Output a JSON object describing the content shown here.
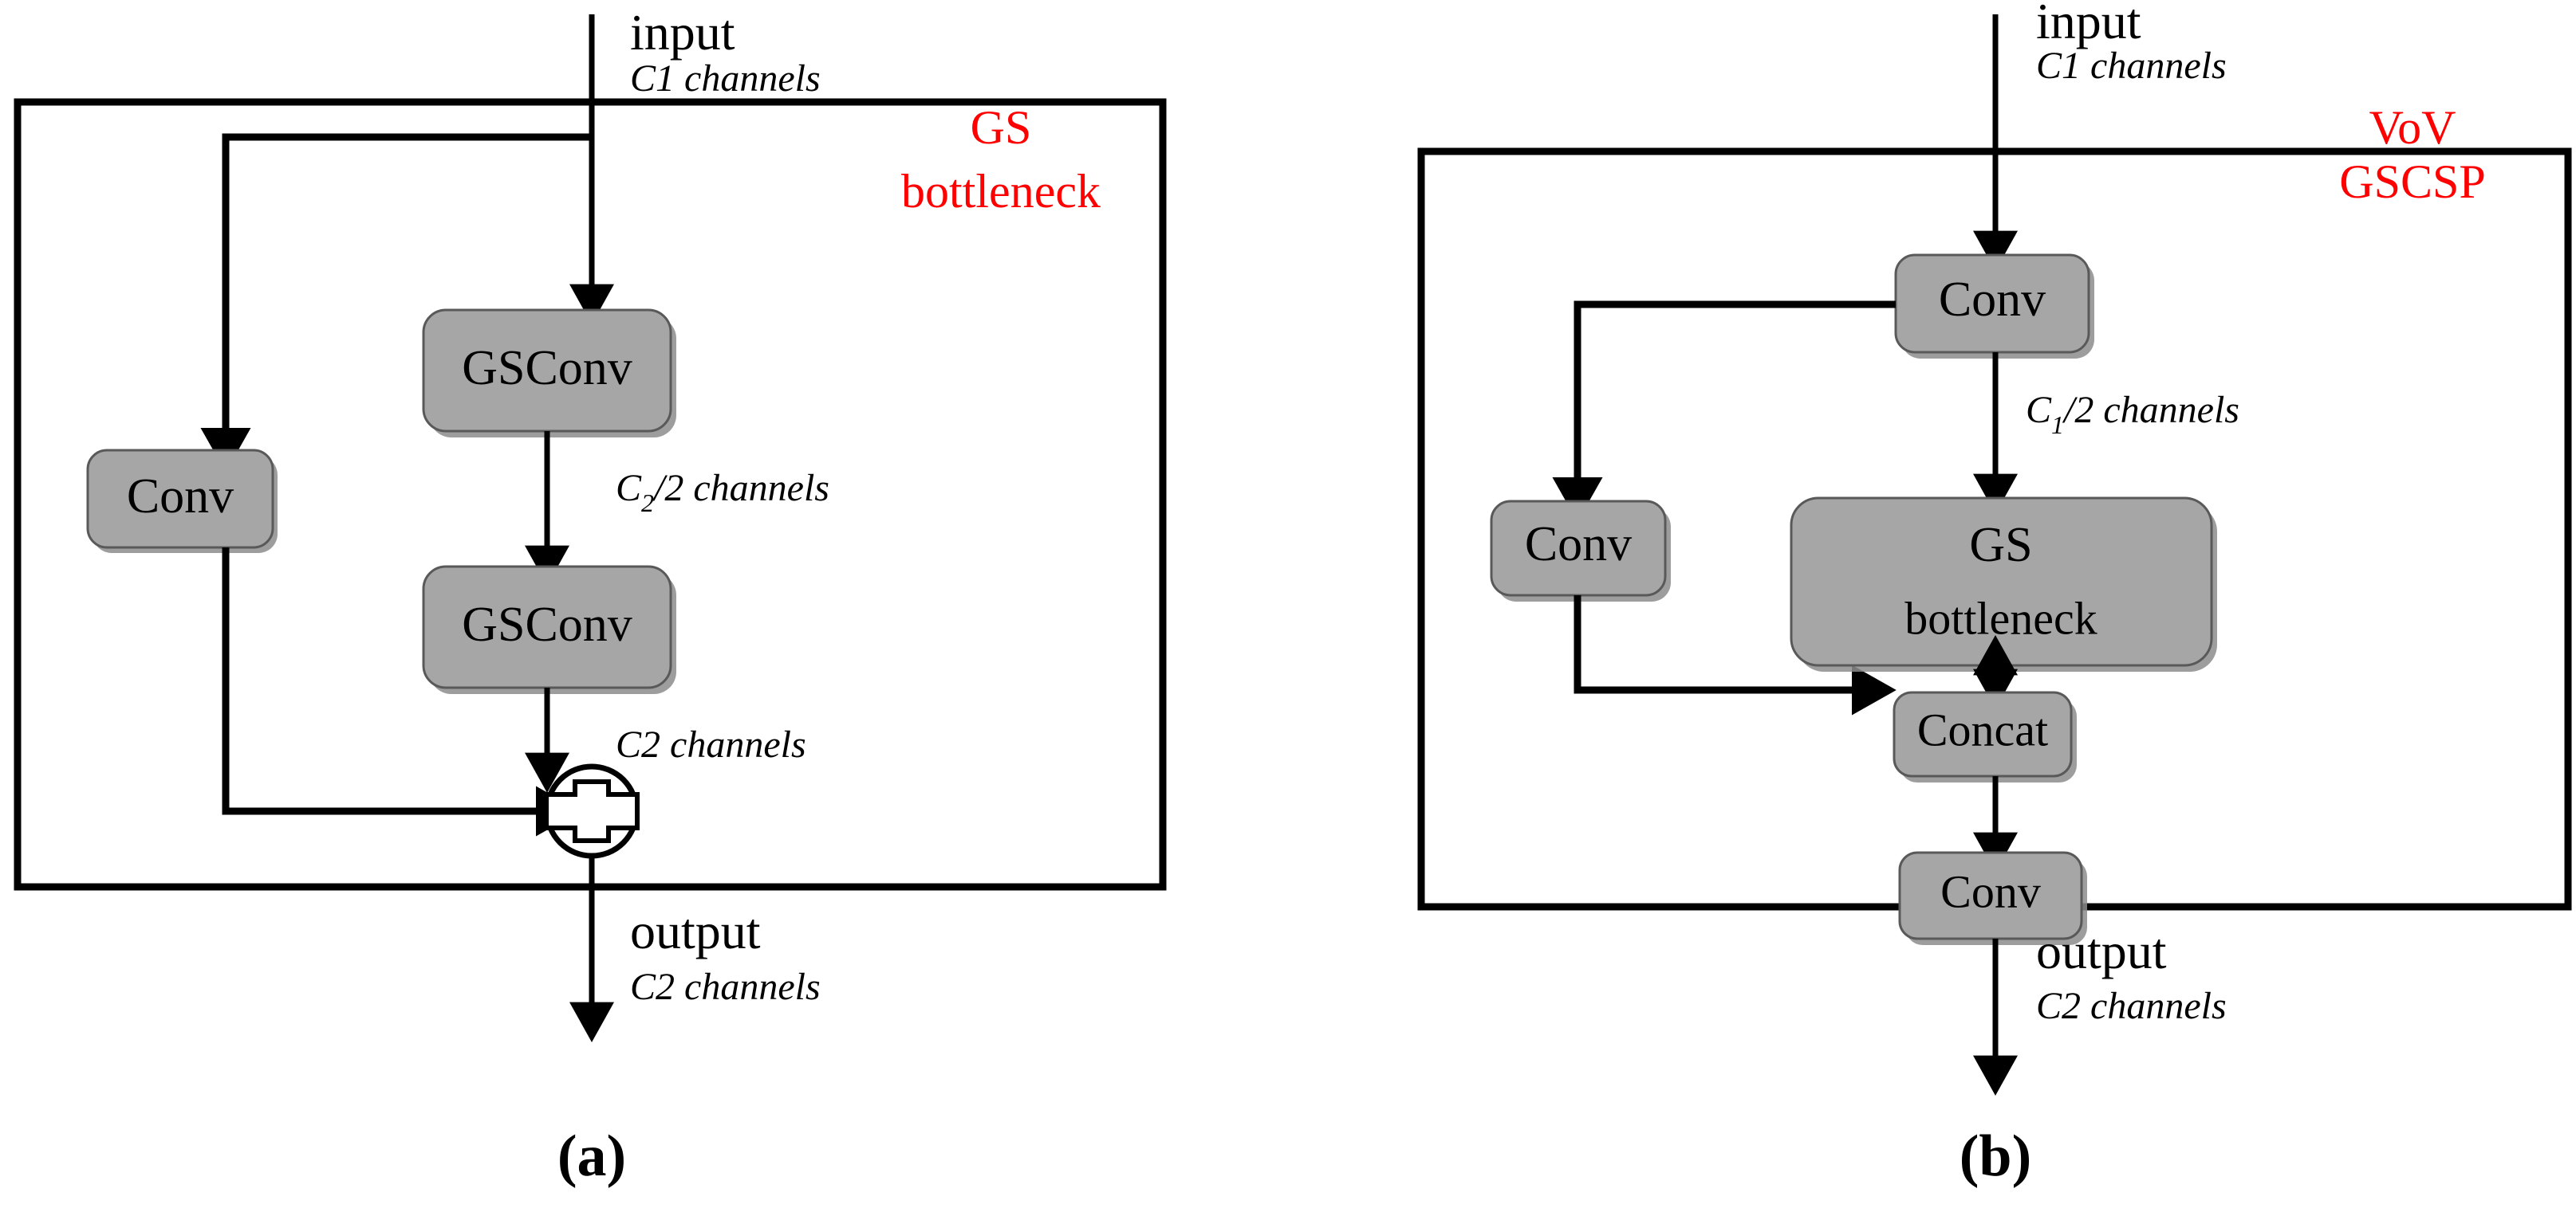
{
  "figure": {
    "background_color": "#ffffff",
    "block_fill": "#a6a6a6",
    "block_stroke": "#595959",
    "line_color": "#000000",
    "accent_color": "#ff0000"
  },
  "panel_a": {
    "caption": "(a)",
    "annotation_line1": "GS",
    "annotation_line2": "bottleneck",
    "input_label": "input",
    "input_channels": "C1 channels",
    "output_label": "output",
    "output_channels": "C2 channels",
    "blocks": [
      {
        "id": "conv-skip",
        "label": "Conv"
      },
      {
        "id": "gsconv-1",
        "label": "GSConv"
      },
      {
        "id": "gsconv-2",
        "label": "GSConv"
      }
    ],
    "edge_labels": [
      {
        "id": "mid-channels",
        "base": "C",
        "sub": "2",
        "rest": "/2 channels"
      },
      {
        "id": "out-channels",
        "text": "C2 channels"
      }
    ],
    "add_operator": "plus"
  },
  "panel_b": {
    "caption": "(b)",
    "annotation_line1": "VoV",
    "annotation_line2": "GSCSP",
    "input_label": "input",
    "input_channels": "C1 channels",
    "output_label": "output",
    "output_channels": "C2 channels",
    "blocks": [
      {
        "id": "conv-top",
        "label": "Conv"
      },
      {
        "id": "conv-skip",
        "label": "Conv"
      },
      {
        "id": "gs-bottleneck-line1",
        "label": "GS"
      },
      {
        "id": "gs-bottleneck-line2",
        "label": "bottleneck"
      },
      {
        "id": "concat",
        "label": "Concat"
      },
      {
        "id": "conv-bottom",
        "label": "Conv"
      }
    ],
    "edge_labels": [
      {
        "id": "half-channels",
        "base": "C",
        "sub": "1",
        "rest": "/2 channels"
      }
    ]
  }
}
